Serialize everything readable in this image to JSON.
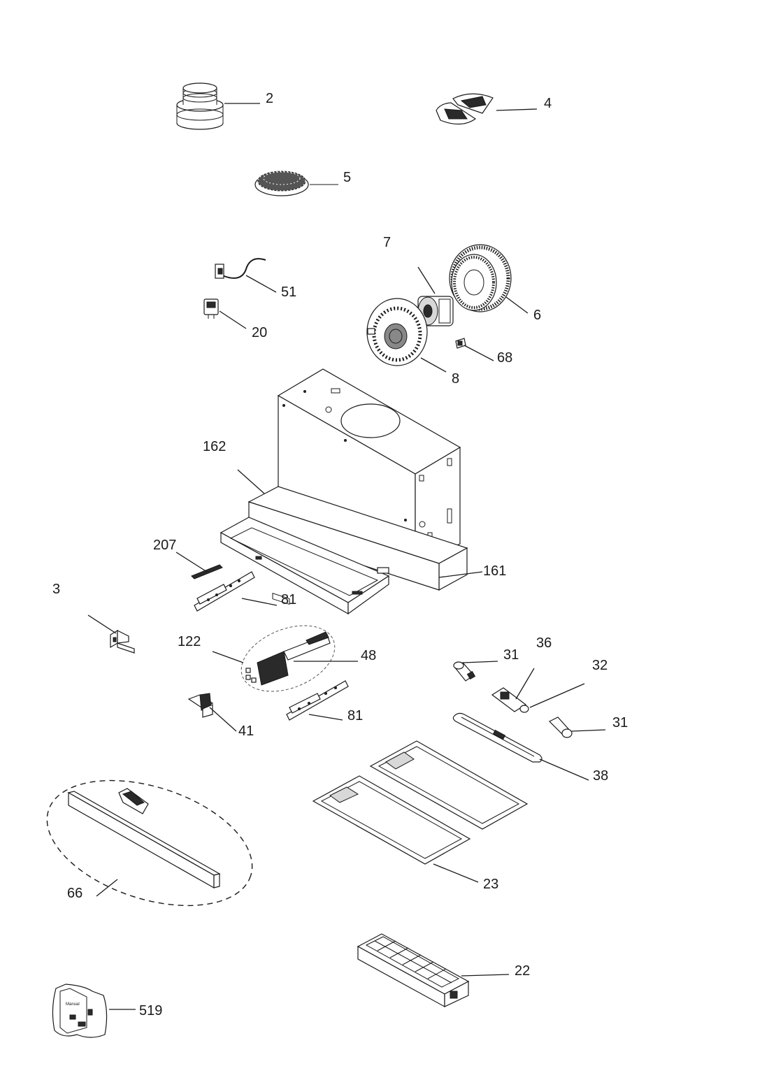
{
  "labels": {
    "p2": "2",
    "p4": "4",
    "p5": "5",
    "p7": "7",
    "p51": "51",
    "p20": "20",
    "p6": "6",
    "p68": "68",
    "p8": "8",
    "p162": "162",
    "p207": "207",
    "p161": "161",
    "p3": "3",
    "p81a": "81",
    "p122": "122",
    "p48": "48",
    "p31a": "31",
    "p36": "36",
    "p32": "32",
    "p81b": "81",
    "p41": "41",
    "p31b": "31",
    "p38": "38",
    "p66": "66",
    "p23": "23",
    "p22": "22",
    "p519": "519",
    "manual": "Manual"
  }
}
